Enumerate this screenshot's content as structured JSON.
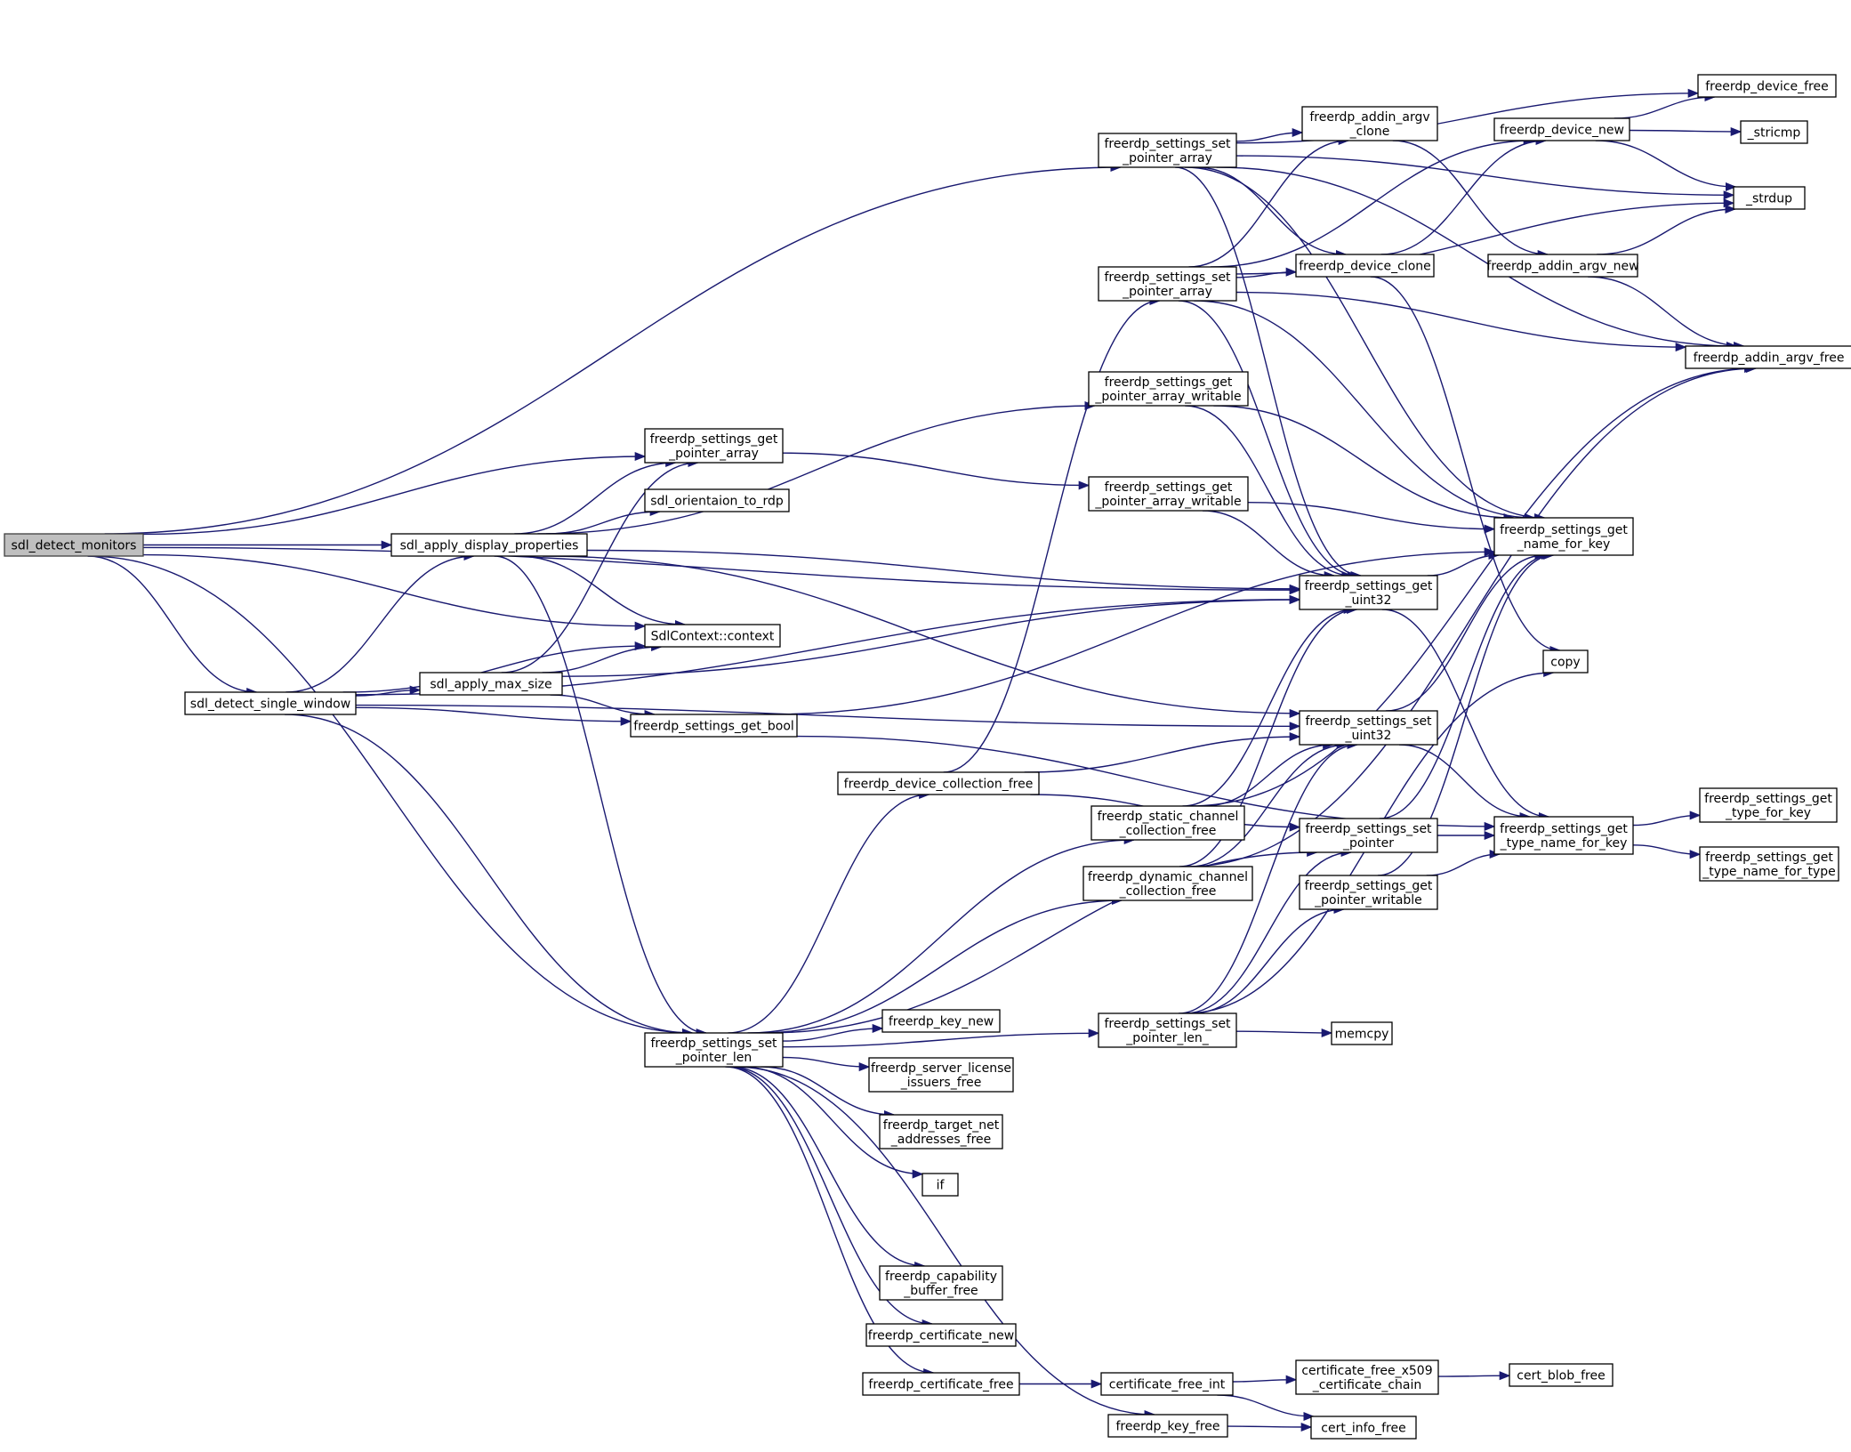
{
  "graph": {
    "nodes": [
      {
        "id": "n0",
        "lines": [
          "sdl_detect_monitors"
        ],
        "root": true
      },
      {
        "id": "n1",
        "lines": [
          "freerdp_settings_set",
          "_pointer_array"
        ]
      },
      {
        "id": "n2",
        "lines": [
          "freerdp_addin_argv",
          "_clone"
        ]
      },
      {
        "id": "n3",
        "lines": [
          "freerdp_device_new"
        ]
      },
      {
        "id": "n4",
        "lines": [
          "freerdp_device_free"
        ]
      },
      {
        "id": "n5",
        "lines": [
          "_stricmp"
        ]
      },
      {
        "id": "n6",
        "lines": [
          "_strdup"
        ]
      },
      {
        "id": "n7",
        "lines": [
          "freerdp_settings_set",
          "_pointer_array"
        ]
      },
      {
        "id": "n8",
        "lines": [
          "freerdp_device_clone"
        ]
      },
      {
        "id": "n9",
        "lines": [
          "freerdp_addin_argv_new"
        ]
      },
      {
        "id": "n10",
        "lines": [
          "freerdp_addin_argv_free"
        ]
      },
      {
        "id": "n11",
        "lines": [
          "freerdp_settings_get",
          "_pointer_array_writable"
        ]
      },
      {
        "id": "n12",
        "lines": [
          "freerdp_settings_get",
          "_pointer_array"
        ]
      },
      {
        "id": "n13",
        "lines": [
          "sdl_orientaion_to_rdp"
        ]
      },
      {
        "id": "n14",
        "lines": [
          "freerdp_settings_get",
          "_pointer_array_writable"
        ]
      },
      {
        "id": "n15",
        "lines": [
          "freerdp_settings_get",
          "_name_for_key"
        ]
      },
      {
        "id": "n16",
        "lines": [
          "sdl_apply_display_properties"
        ]
      },
      {
        "id": "n17",
        "lines": [
          "freerdp_settings_get",
          "_uint32"
        ]
      },
      {
        "id": "n18",
        "lines": [
          "SdlContext::context"
        ]
      },
      {
        "id": "n19",
        "lines": [
          "copy"
        ]
      },
      {
        "id": "n20",
        "lines": [
          "sdl_apply_max_size"
        ]
      },
      {
        "id": "n21",
        "lines": [
          "sdl_detect_single_window"
        ]
      },
      {
        "id": "n22",
        "lines": [
          "freerdp_settings_get_bool"
        ]
      },
      {
        "id": "n23",
        "lines": [
          "freerdp_settings_set",
          "_uint32"
        ]
      },
      {
        "id": "n24",
        "lines": [
          "freerdp_device_collection_free"
        ]
      },
      {
        "id": "n25",
        "lines": [
          "freerdp_static_channel",
          "_collection_free"
        ]
      },
      {
        "id": "n26",
        "lines": [
          "freerdp_settings_set",
          "_pointer"
        ]
      },
      {
        "id": "n27",
        "lines": [
          "freerdp_settings_get",
          "_type_name_for_key"
        ]
      },
      {
        "id": "n28",
        "lines": [
          "freerdp_settings_get",
          "_type_for_key"
        ]
      },
      {
        "id": "n29",
        "lines": [
          "freerdp_dynamic_channel",
          "_collection_free"
        ]
      },
      {
        "id": "n30",
        "lines": [
          "freerdp_settings_get",
          "_pointer_writable"
        ]
      },
      {
        "id": "n31",
        "lines": [
          "freerdp_settings_get",
          "_type_name_for_type"
        ]
      },
      {
        "id": "n32",
        "lines": [
          "freerdp_settings_set",
          "_pointer_len"
        ]
      },
      {
        "id": "n33",
        "lines": [
          "freerdp_key_new"
        ]
      },
      {
        "id": "n34",
        "lines": [
          "freerdp_settings_set",
          "_pointer_len_"
        ]
      },
      {
        "id": "n35",
        "lines": [
          "memcpy"
        ]
      },
      {
        "id": "n36",
        "lines": [
          "freerdp_server_license",
          "_issuers_free"
        ]
      },
      {
        "id": "n37",
        "lines": [
          "freerdp_target_net",
          "_addresses_free"
        ]
      },
      {
        "id": "n38",
        "lines": [
          "if"
        ]
      },
      {
        "id": "n39",
        "lines": [
          "freerdp_capability",
          "_buffer_free"
        ]
      },
      {
        "id": "n40",
        "lines": [
          "freerdp_certificate_new"
        ]
      },
      {
        "id": "n41",
        "lines": [
          "freerdp_certificate_free"
        ]
      },
      {
        "id": "n42",
        "lines": [
          "certificate_free_int"
        ]
      },
      {
        "id": "n43",
        "lines": [
          "certificate_free_x509",
          "_certificate_chain"
        ]
      },
      {
        "id": "n44",
        "lines": [
          "cert_blob_free"
        ]
      },
      {
        "id": "n45",
        "lines": [
          "freerdp_key_free"
        ]
      },
      {
        "id": "n46",
        "lines": [
          "cert_info_free"
        ]
      }
    ],
    "edges": [
      [
        "n0",
        "n1"
      ],
      [
        "n0",
        "n12"
      ],
      [
        "n0",
        "n16"
      ],
      [
        "n0",
        "n17"
      ],
      [
        "n0",
        "n18"
      ],
      [
        "n0",
        "n21"
      ],
      [
        "n0",
        "n32"
      ],
      [
        "n1",
        "n2"
      ],
      [
        "n1",
        "n4"
      ],
      [
        "n1",
        "n6"
      ],
      [
        "n1",
        "n8"
      ],
      [
        "n1",
        "n10"
      ],
      [
        "n1",
        "n15"
      ],
      [
        "n1",
        "n17"
      ],
      [
        "n2",
        "n9"
      ],
      [
        "n3",
        "n4"
      ],
      [
        "n3",
        "n5"
      ],
      [
        "n3",
        "n6"
      ],
      [
        "n7",
        "n2"
      ],
      [
        "n7",
        "n3"
      ],
      [
        "n7",
        "n6"
      ],
      [
        "n7",
        "n8"
      ],
      [
        "n7",
        "n10"
      ],
      [
        "n7",
        "n15"
      ],
      [
        "n7",
        "n17"
      ],
      [
        "n8",
        "n3"
      ],
      [
        "n8",
        "n19"
      ],
      [
        "n9",
        "n6"
      ],
      [
        "n9",
        "n10"
      ],
      [
        "n11",
        "n15"
      ],
      [
        "n11",
        "n17"
      ],
      [
        "n12",
        "n14"
      ],
      [
        "n14",
        "n15"
      ],
      [
        "n14",
        "n17"
      ],
      [
        "n16",
        "n11"
      ],
      [
        "n16",
        "n12"
      ],
      [
        "n16",
        "n13"
      ],
      [
        "n16",
        "n17"
      ],
      [
        "n16",
        "n18"
      ],
      [
        "n16",
        "n23"
      ],
      [
        "n16",
        "n32"
      ],
      [
        "n17",
        "n15"
      ],
      [
        "n17",
        "n27"
      ],
      [
        "n20",
        "n12"
      ],
      [
        "n20",
        "n17"
      ],
      [
        "n20",
        "n18"
      ],
      [
        "n20",
        "n22"
      ],
      [
        "n21",
        "n16"
      ],
      [
        "n21",
        "n18"
      ],
      [
        "n21",
        "n20"
      ],
      [
        "n21",
        "n22"
      ],
      [
        "n21",
        "n23"
      ],
      [
        "n21",
        "n17"
      ],
      [
        "n21",
        "n32"
      ],
      [
        "n22",
        "n15"
      ],
      [
        "n22",
        "n27"
      ],
      [
        "n23",
        "n15"
      ],
      [
        "n23",
        "n27"
      ],
      [
        "n24",
        "n7"
      ],
      [
        "n24",
        "n23"
      ],
      [
        "n24",
        "n26"
      ],
      [
        "n25",
        "n10"
      ],
      [
        "n25",
        "n17"
      ],
      [
        "n25",
        "n23"
      ],
      [
        "n26",
        "n15"
      ],
      [
        "n26",
        "n27"
      ],
      [
        "n27",
        "n28"
      ],
      [
        "n27",
        "n31"
      ],
      [
        "n29",
        "n10"
      ],
      [
        "n29",
        "n17"
      ],
      [
        "n29",
        "n23"
      ],
      [
        "n30",
        "n15"
      ],
      [
        "n30",
        "n27"
      ],
      [
        "n32",
        "n24"
      ],
      [
        "n32",
        "n25"
      ],
      [
        "n32",
        "n26"
      ],
      [
        "n32",
        "n29"
      ],
      [
        "n32",
        "n33"
      ],
      [
        "n32",
        "n34"
      ],
      [
        "n32",
        "n36"
      ],
      [
        "n32",
        "n37"
      ],
      [
        "n32",
        "n38"
      ],
      [
        "n32",
        "n39"
      ],
      [
        "n32",
        "n40"
      ],
      [
        "n32",
        "n41"
      ],
      [
        "n32",
        "n45"
      ],
      [
        "n34",
        "n19"
      ],
      [
        "n34",
        "n23"
      ],
      [
        "n34",
        "n26"
      ],
      [
        "n34",
        "n30"
      ],
      [
        "n34",
        "n35"
      ],
      [
        "n41",
        "n42"
      ],
      [
        "n42",
        "n43"
      ],
      [
        "n42",
        "n46"
      ],
      [
        "n43",
        "n44"
      ],
      [
        "n45",
        "n46"
      ]
    ]
  }
}
